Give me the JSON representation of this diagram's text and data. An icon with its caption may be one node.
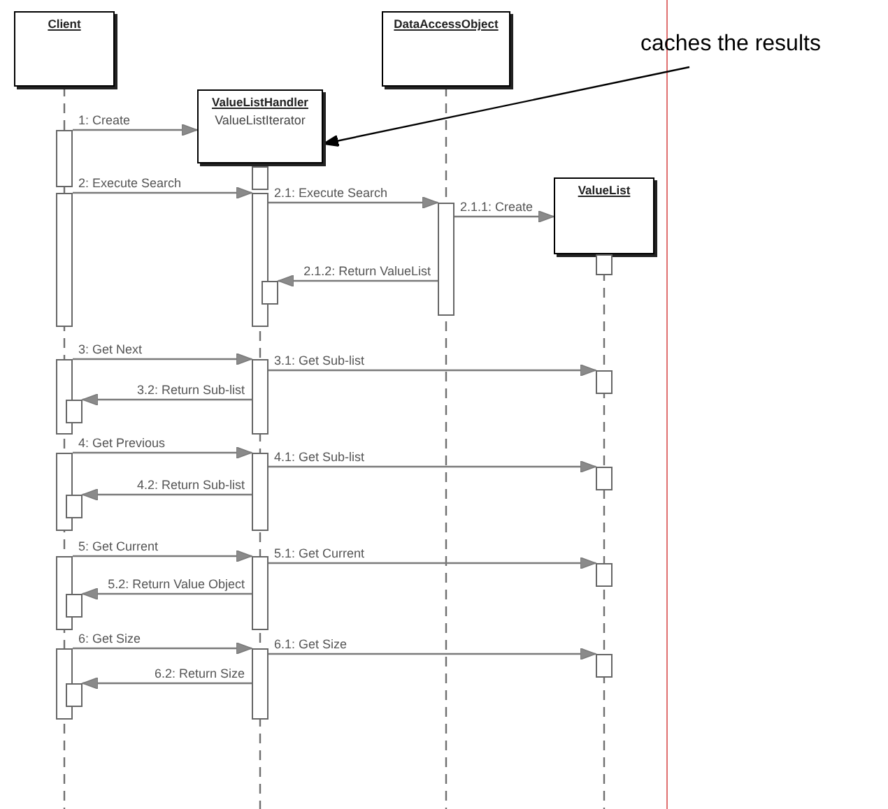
{
  "diagram": {
    "nodes": [
      {
        "text": [
          "Client"
        ]
      },
      {
        "text": [
          "DataAccessObject"
        ]
      },
      {
        "text": [
          "caches the results"
        ]
      },
      {
        "text": [
          "ValueListHandler",
          "ValueListIterator"
        ]
      },
      {
        "text": [
          "ValueList"
        ]
      },
      {
        "text": [],
        "shape": "box"
      },
      {
        "text": [],
        "shape": "box"
      },
      {
        "text": [],
        "shape": "box"
      },
      {
        "text": [],
        "shape": "box"
      },
      {
        "text": [],
        "shape": "box"
      },
      {
        "text": [],
        "shape": "box"
      },
      {
        "text": [],
        "shape": "box"
      },
      {
        "text": [],
        "shape": "box"
      },
      {
        "text": [],
        "shape": "box"
      },
      {
        "text": [],
        "shape": "box"
      },
      {
        "text": [],
        "shape": "box"
      },
      {
        "text": [],
        "shape": "box"
      },
      {
        "text": [],
        "shape": "box"
      },
      {
        "text": [],
        "shape": "box"
      },
      {
        "text": [],
        "shape": "box"
      },
      {
        "text": [],
        "shape": "box"
      },
      {
        "text": [],
        "shape": "box"
      },
      {
        "text": [],
        "shape": "box"
      },
      {
        "text": [],
        "shape": "box"
      },
      {
        "text": [],
        "shape": "box"
      },
      {
        "text": [],
        "shape": "box"
      },
      {
        "text": [],
        "shape": "box"
      },
      {
        "text": [],
        "shape": "box"
      }
    ],
    "edges": [
      {
        "from": 5,
        "to": 3,
        "arrow": "to",
        "label": "1: Create"
      },
      {
        "from": 7,
        "to": 8,
        "arrow": "to",
        "label": "2: Execute Search"
      },
      {
        "from": 8,
        "to": 9,
        "arrow": "to",
        "label": "2.1: Execute Search"
      },
      {
        "from": 9,
        "to": 4,
        "arrow": "to",
        "label": "2.1.1: Create"
      },
      {
        "from": 9,
        "to": 10,
        "arrow": "to",
        "label": "2.1.2: Return ValueList"
      },
      {
        "from": 12,
        "to": 13,
        "arrow": "to",
        "label": "3: Get Next"
      },
      {
        "from": 13,
        "to": 14,
        "arrow": "to",
        "label": "3.1: Get Sub-list"
      },
      {
        "from": 13,
        "to": 15,
        "arrow": "to",
        "label": "3.2: Return Sub-list"
      },
      {
        "from": 16,
        "to": 17,
        "arrow": "to",
        "label": "4: Get Previous"
      },
      {
        "from": 17,
        "to": 18,
        "arrow": "to",
        "label": "4.1: Get Sub-list"
      },
      {
        "from": 17,
        "to": 19,
        "arrow": "to",
        "label": "4.2: Return Sub-list"
      },
      {
        "from": 20,
        "to": 21,
        "arrow": "to",
        "label": "5: Get Current"
      },
      {
        "from": 21,
        "to": 22,
        "arrow": "to",
        "label": "5.1: Get Current"
      },
      {
        "from": 21,
        "to": 23,
        "arrow": "to",
        "label": "5.2: Return Value Object"
      },
      {
        "from": 24,
        "to": 25,
        "arrow": "to",
        "label": "6: Get Size"
      },
      {
        "from": 25,
        "to": 26,
        "arrow": "to",
        "label": "6.1: Get Size"
      },
      {
        "from": 25,
        "to": 27,
        "arrow": "to",
        "label": "6.2: Return Size"
      },
      {
        "from": 2,
        "to": 3,
        "arrow": "to",
        "color": "#000000"
      }
    ]
  }
}
